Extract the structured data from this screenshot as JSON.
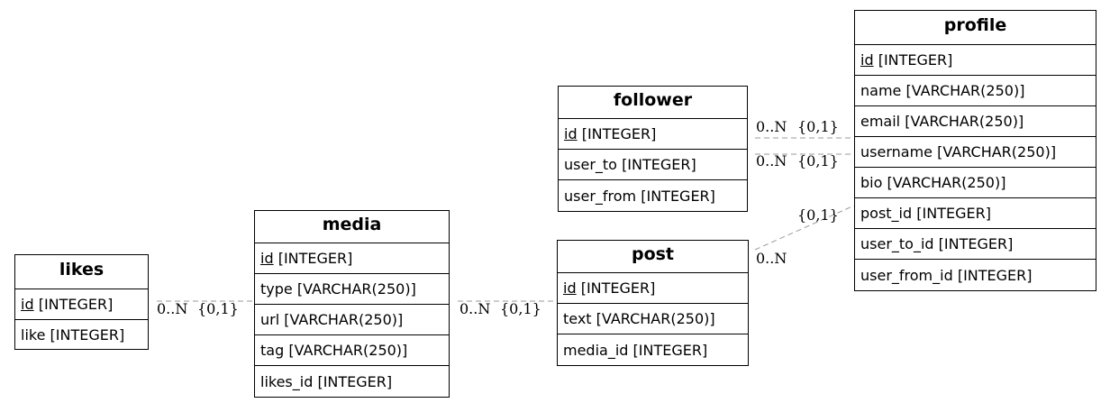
{
  "entities": {
    "profile": {
      "title": "profile",
      "fields": [
        {
          "name": "id",
          "type": "[INTEGER]",
          "pk": true
        },
        {
          "name": "name",
          "type": "[VARCHAR(250)]",
          "pk": false
        },
        {
          "name": "email",
          "type": "[VARCHAR(250)]",
          "pk": false
        },
        {
          "name": "username",
          "type": "[VARCHAR(250)]",
          "pk": false
        },
        {
          "name": "bio",
          "type": "[VARCHAR(250)]",
          "pk": false
        },
        {
          "name": "post_id",
          "type": "[INTEGER]",
          "pk": false
        },
        {
          "name": "user_to_id",
          "type": "[INTEGER]",
          "pk": false
        },
        {
          "name": "user_from_id",
          "type": "[INTEGER]",
          "pk": false
        }
      ]
    },
    "follower": {
      "title": "follower",
      "fields": [
        {
          "name": "id",
          "type": "[INTEGER]",
          "pk": true
        },
        {
          "name": "user_to",
          "type": "[INTEGER]",
          "pk": false
        },
        {
          "name": "user_from",
          "type": "[INTEGER]",
          "pk": false
        }
      ]
    },
    "media": {
      "title": "media",
      "fields": [
        {
          "name": "id",
          "type": "[INTEGER]",
          "pk": true
        },
        {
          "name": "type",
          "type": "[VARCHAR(250)]",
          "pk": false
        },
        {
          "name": "url",
          "type": "[VARCHAR(250)]",
          "pk": false
        },
        {
          "name": "tag",
          "type": "[VARCHAR(250)]",
          "pk": false
        },
        {
          "name": "likes_id",
          "type": "[INTEGER]",
          "pk": false
        }
      ]
    },
    "post": {
      "title": "post",
      "fields": [
        {
          "name": "id",
          "type": "[INTEGER]",
          "pk": true
        },
        {
          "name": "text",
          "type": "[VARCHAR(250)]",
          "pk": false
        },
        {
          "name": "media_id",
          "type": "[INTEGER]",
          "pk": false
        }
      ]
    },
    "likes": {
      "title": "likes",
      "fields": [
        {
          "name": "id",
          "type": "[INTEGER]",
          "pk": true
        },
        {
          "name": "like",
          "type": "[INTEGER]",
          "pk": false
        }
      ]
    }
  },
  "relations": [
    {
      "from": "follower",
      "to": "profile",
      "from_card": "0..N",
      "to_card": "{0,1}"
    },
    {
      "from": "follower",
      "to": "profile",
      "from_card": "0..N",
      "to_card": "{0,1}"
    },
    {
      "from": "post",
      "to": "profile",
      "from_card": "0..N",
      "to_card": "{0,1}"
    },
    {
      "from": "likes",
      "to": "media",
      "from_card": "0..N",
      "to_card": "{0,1}"
    },
    {
      "from": "media",
      "to": "post",
      "from_card": "0..N",
      "to_card": "{0,1}"
    }
  ]
}
